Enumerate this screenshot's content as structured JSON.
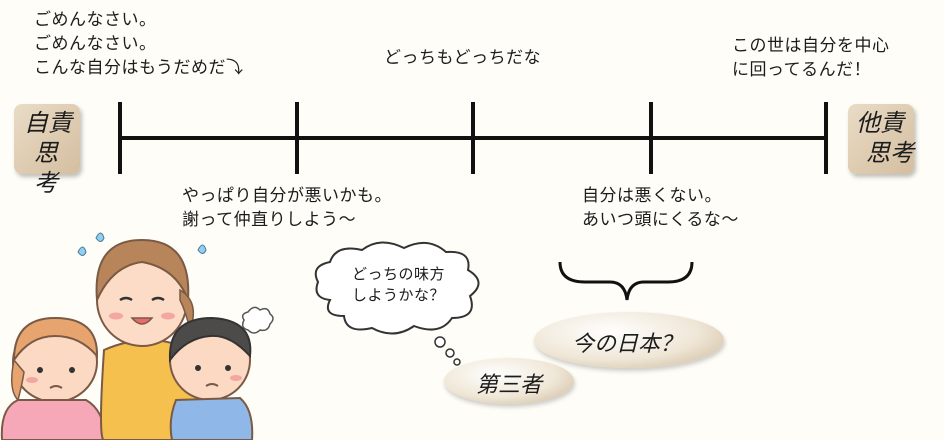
{
  "labels": {
    "left_end_line1": "自責",
    "left_end_line2": "思考",
    "right_end_line1": "他責",
    "right_end_line2": "思考",
    "top_left": "ごめんなさい。\nごめんなさい。\nこんな自分はもうだめだ⤵",
    "top_mid": "どっちもどっちだな",
    "top_right": "この世は自分を中心\nに回ってるんだ！",
    "bottom_left": "やっぱり自分が悪いかも。\n謝って仲直りしよう～",
    "bottom_right": "自分は悪くない。\nあいつ頭にくるな～",
    "cloud": "どっちの味方\nしようかな？",
    "third_party": "第三者",
    "japan_now": "今の日本？"
  },
  "colors": {
    "line": "#111111",
    "end_box": "#d8c3a5",
    "ellipse": "#e8dcc8"
  },
  "icons": [
    "sweat-drop-icon",
    "anger-puff-icon",
    "thought-cloud-icon",
    "curly-brace-icon"
  ]
}
